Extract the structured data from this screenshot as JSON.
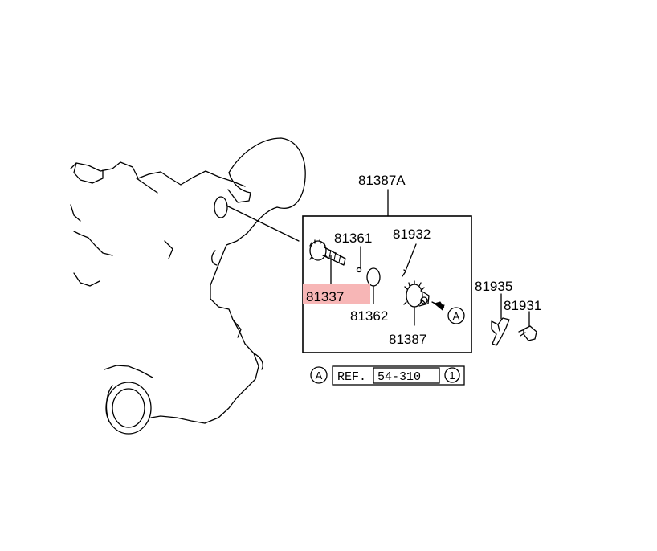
{
  "diagram": {
    "assembly_label": "81387A",
    "parts": [
      {
        "id": "81361",
        "label": "81361",
        "highlight": false
      },
      {
        "id": "81932",
        "label": "81932",
        "highlight": false
      },
      {
        "id": "81337",
        "label": "81337",
        "highlight": true
      },
      {
        "id": "81362",
        "label": "81362",
        "highlight": false
      },
      {
        "id": "81387",
        "label": "81387",
        "highlight": false
      },
      {
        "id": "81935",
        "label": "81935",
        "highlight": false
      },
      {
        "id": "81931",
        "label": "81931",
        "highlight": false
      }
    ],
    "marker": "A",
    "reference": {
      "marker": "A",
      "prefix": "REF.",
      "number": "54-310",
      "suffix": "1"
    },
    "colors": {
      "highlight": "#f7b6b6",
      "line": "#000000"
    }
  }
}
